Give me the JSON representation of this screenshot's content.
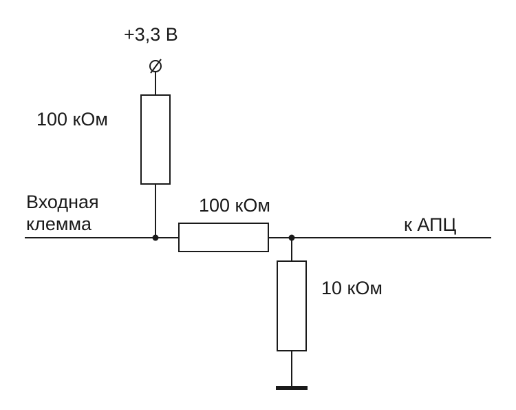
{
  "labels": {
    "supply": "+3,3 В",
    "r_pullup": "100 кОм",
    "r_series": "100 кОм",
    "r_pulldown": "10 кОм",
    "input_line1": "Входная",
    "input_line2": "клемма",
    "output": "к АПЦ"
  },
  "colors": {
    "line": "#1a1a1a",
    "background": "#ffffff"
  },
  "icons": {
    "terminal": "terminal-circle-slash-icon",
    "ground": "ground-bar-icon"
  }
}
